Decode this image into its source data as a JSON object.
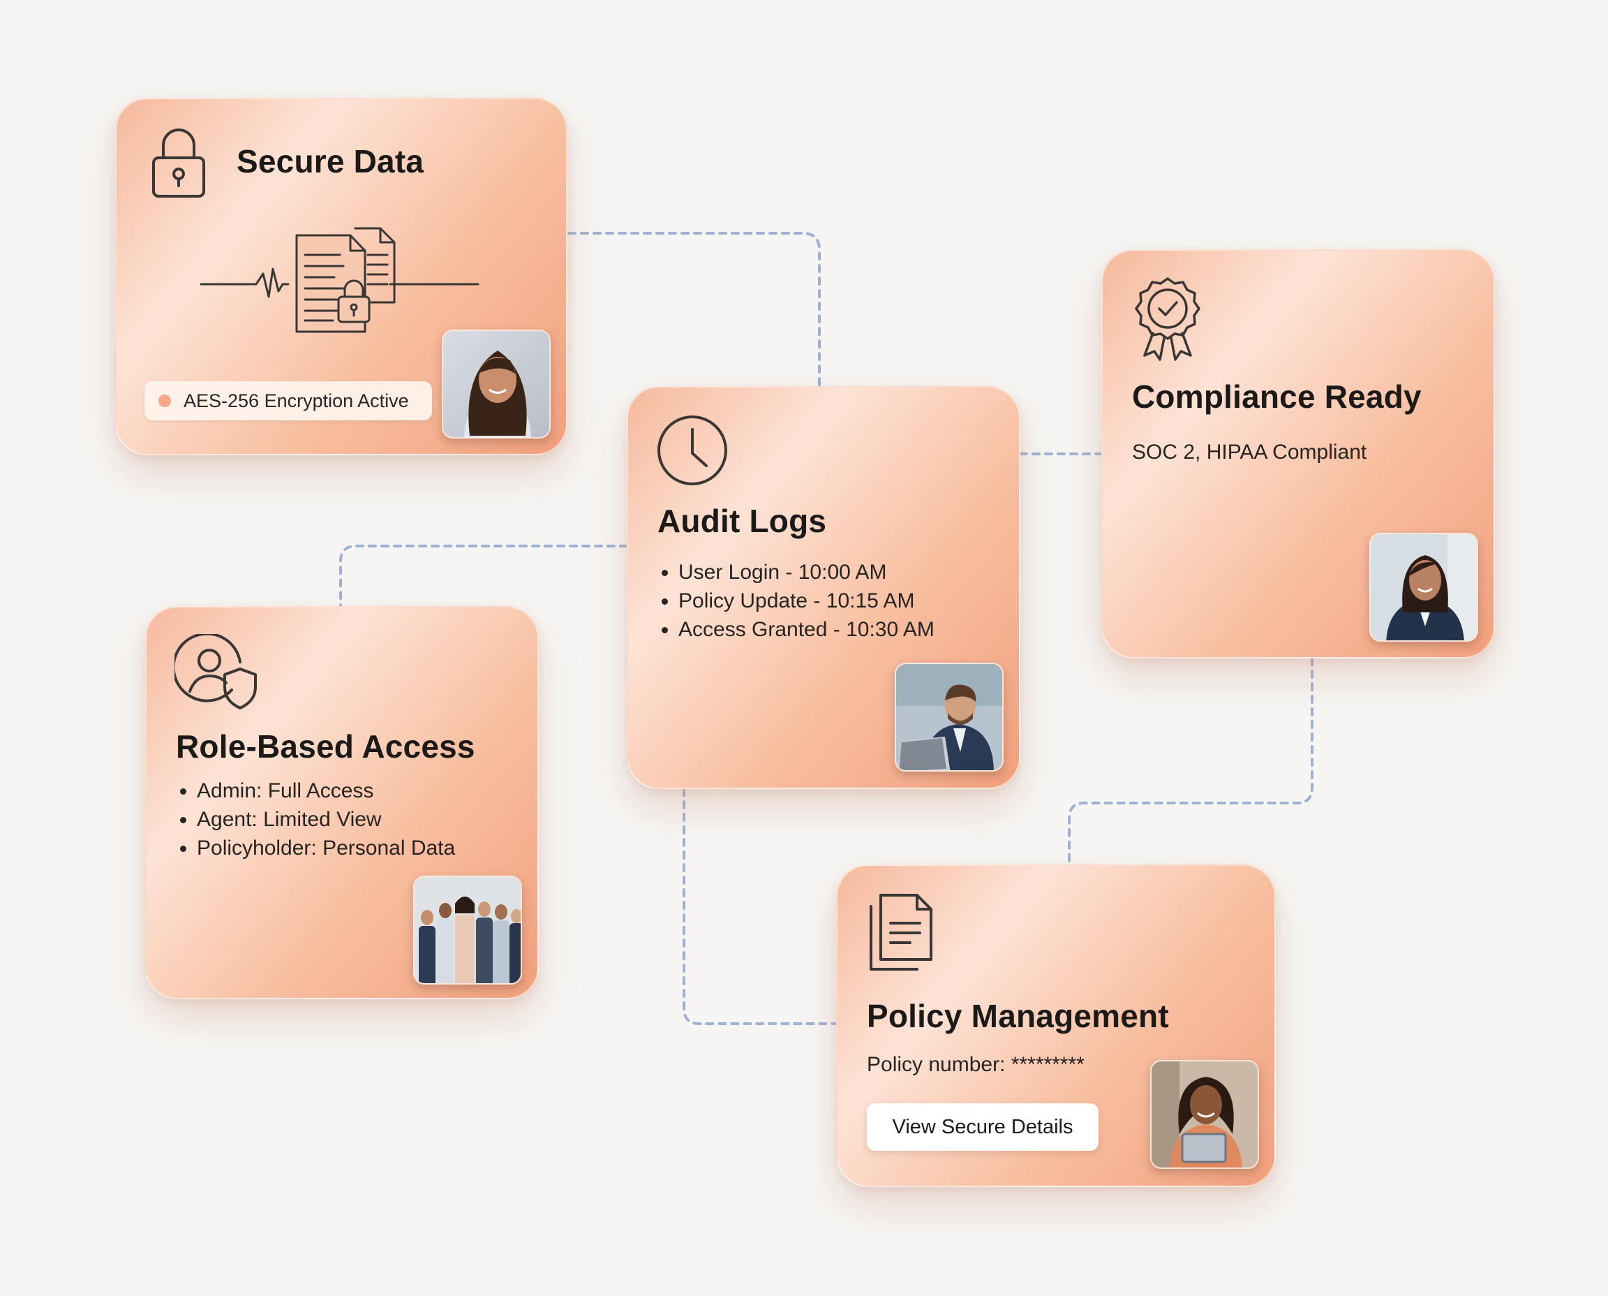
{
  "colors": {
    "background": "#f6f5f3",
    "card_gradient": [
      "#f6b99c",
      "#fde3d6",
      "#f8bfa1",
      "#f1a07d"
    ],
    "connector": "#9fb1d3",
    "status_dot": "#f5a98a",
    "icon_stroke": "#3a3634"
  },
  "secure_data": {
    "title": "Secure Data",
    "icon": "padlock-icon",
    "illustration": "encrypted-documents-icon",
    "status_label": "AES-256 Encryption Active",
    "photo": "woman-smiling-avatar"
  },
  "audit_logs": {
    "title": "Audit Logs",
    "icon": "clock-icon",
    "entries": [
      "User Login - 10:00 AM",
      "Policy Update - 10:15 AM",
      "Access Granted - 10:30 AM"
    ],
    "photo": "man-at-laptop-photo"
  },
  "compliance": {
    "title": "Compliance Ready",
    "icon": "certified-badge-icon",
    "subtitle": "SOC 2, HIPAA Compliant",
    "photo": "woman-in-suit-avatar"
  },
  "role_access": {
    "title": "Role-Based Access",
    "icon": "user-shield-icon",
    "roles": [
      "Admin: Full Access",
      "Agent: Limited View",
      "Policyholder: Personal Data"
    ],
    "photo": "team-group-photo"
  },
  "policy_management": {
    "title": "Policy Management",
    "icon": "document-stack-icon",
    "policy_number_label": "Policy number: *********",
    "button_label": "View Secure Details",
    "photo": "woman-with-tablet-photo"
  }
}
